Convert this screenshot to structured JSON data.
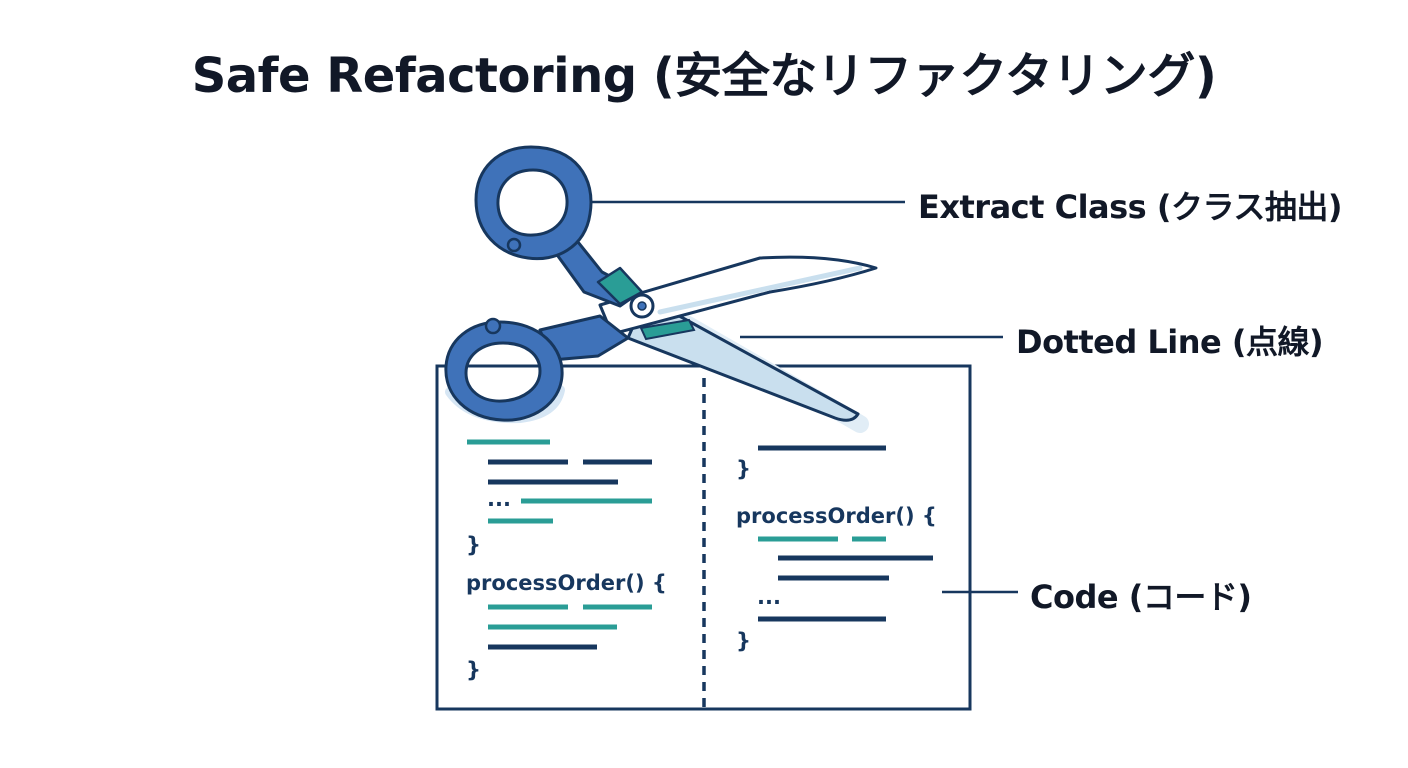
{
  "title": "Safe Refactoring (安全なリファクタリング)",
  "labels": {
    "extract_class": "Extract Class (クラス抽出)",
    "dotted_line": "Dotted Line (点線)",
    "code": "Code (コード)"
  },
  "code_panel": {
    "left": {
      "ellipsis": "...",
      "brace_close_1": "}",
      "function": "processOrder() {",
      "brace_close_2": "}"
    },
    "right": {
      "brace_close_1": "}",
      "function": "processOrder() {",
      "ellipsis": "...",
      "brace_close_2": "}"
    }
  },
  "icons": {
    "scissors": "scissors-icon"
  },
  "colors": {
    "navy": "#17375e",
    "teal": "#2a9d96",
    "scissor_blue": "#3f72b9",
    "blade": "#c9dfee",
    "title": "#111827"
  }
}
